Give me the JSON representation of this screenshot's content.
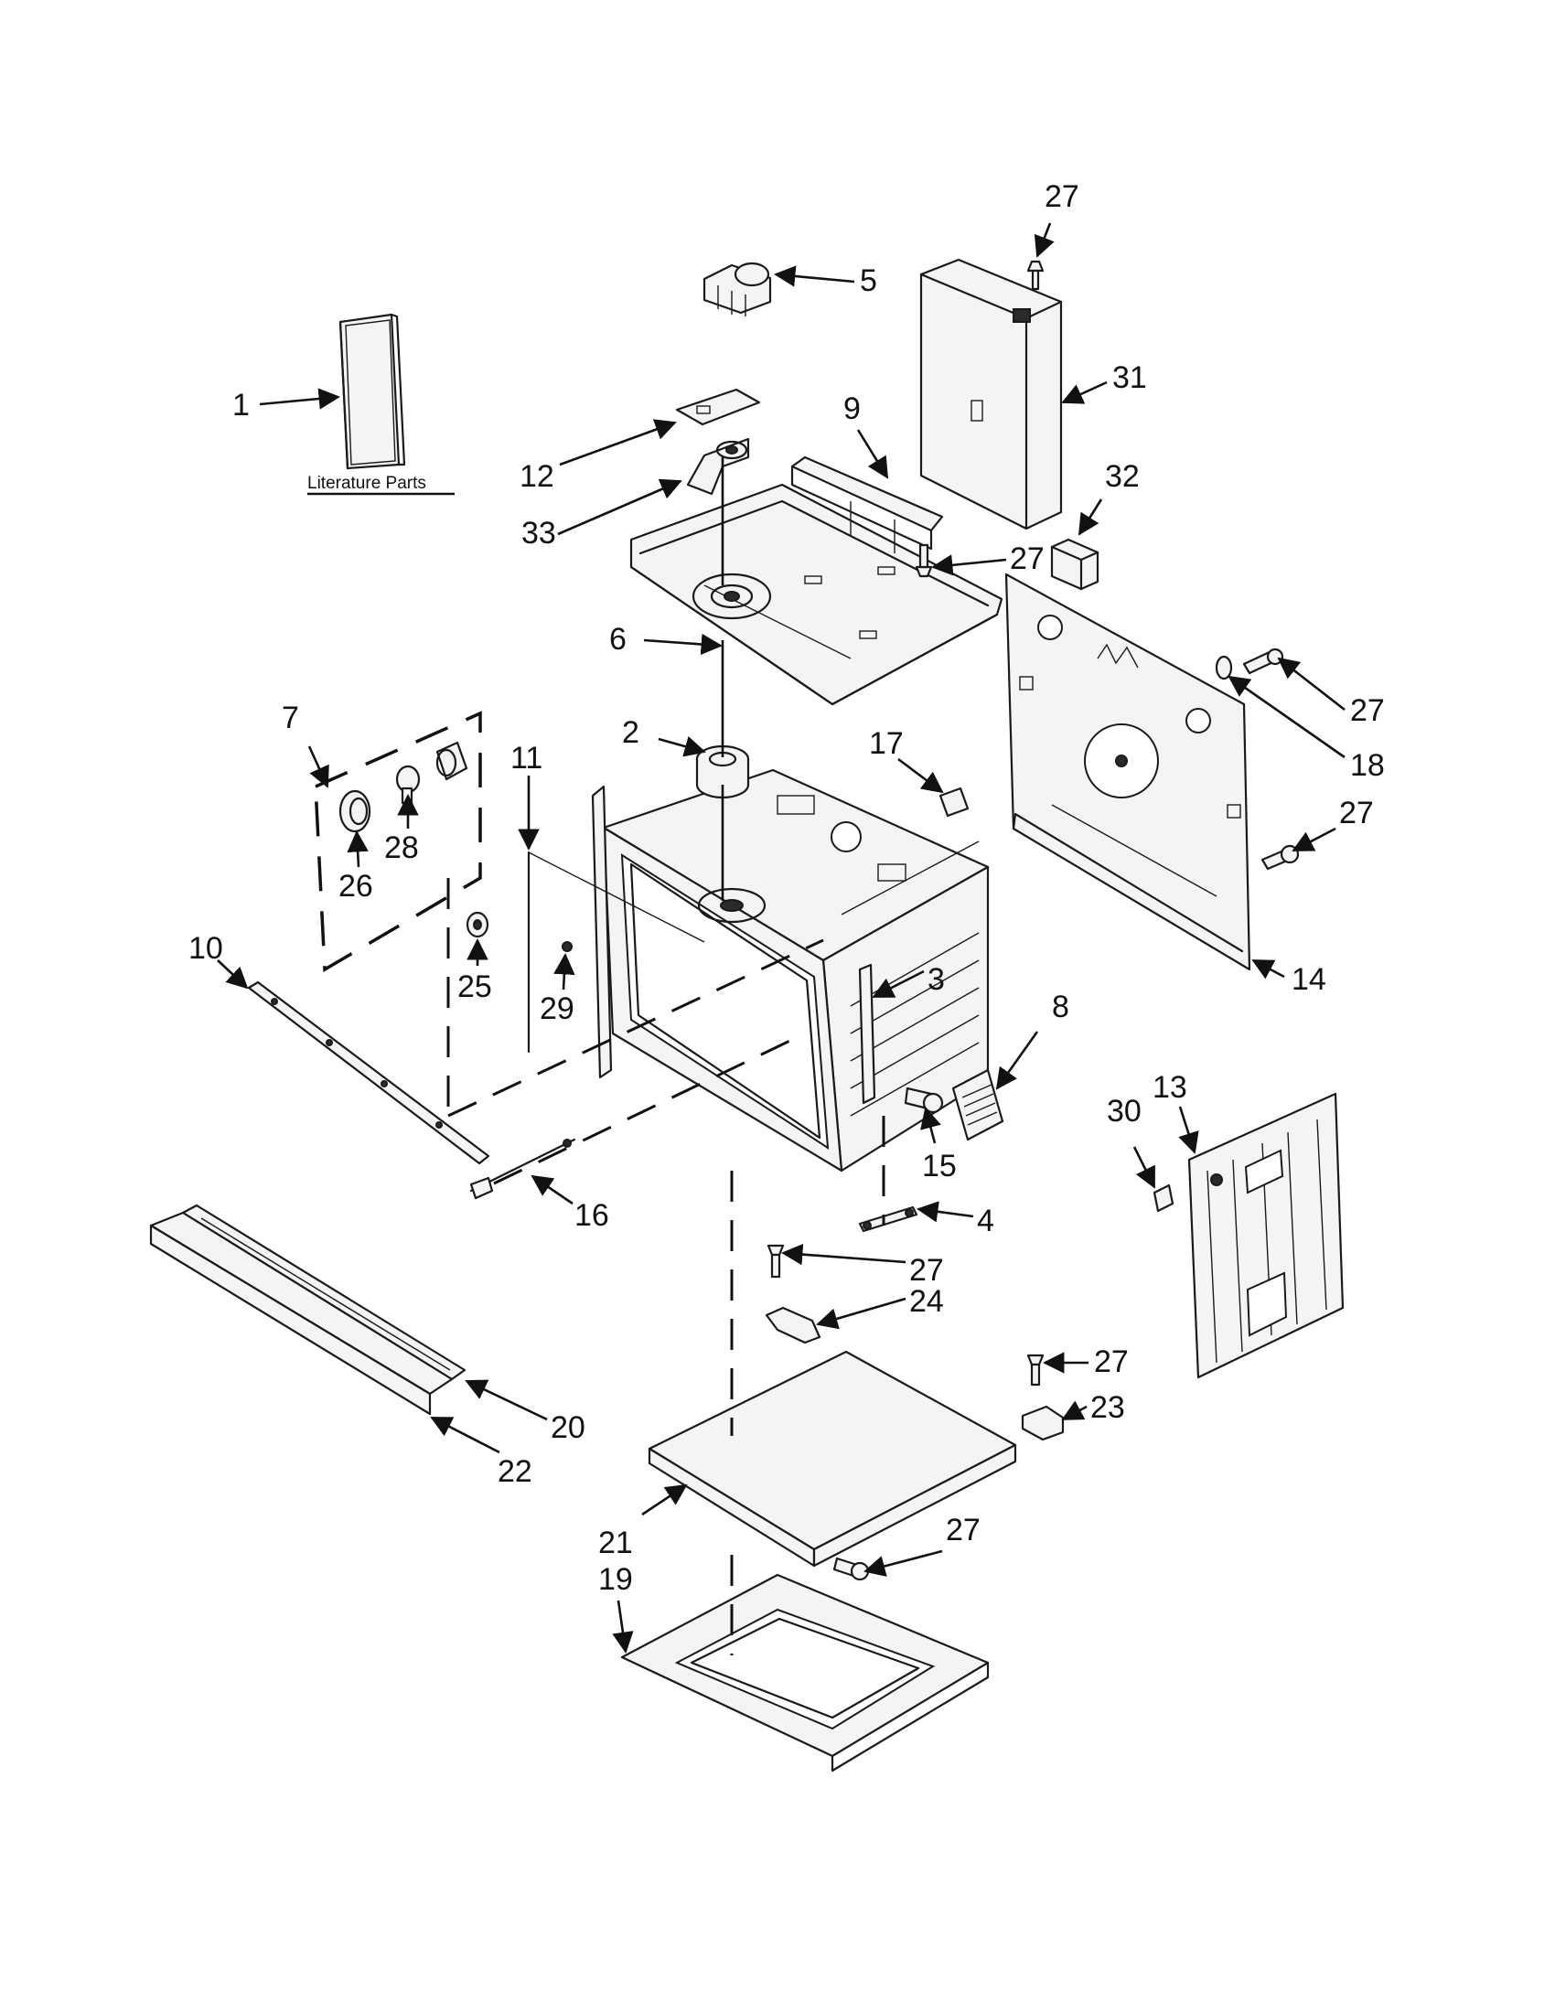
{
  "literature_caption": "Literature Parts",
  "callouts": {
    "c1": "1",
    "c2": "2",
    "c3": "3",
    "c4": "4",
    "c5": "5",
    "c6": "6",
    "c7": "7",
    "c8": "8",
    "c9": "9",
    "c10": "10",
    "c11": "11",
    "c12": "12",
    "c13": "13",
    "c14": "14",
    "c15": "15",
    "c16": "16",
    "c17": "17",
    "c18": "18",
    "c19": "19",
    "c20": "20",
    "c21": "21",
    "c22": "22",
    "c23": "23",
    "c24": "24",
    "c25": "25",
    "c26": "26",
    "c27a": "27",
    "c27b": "27",
    "c27c": "27",
    "c27d": "27",
    "c27e": "27",
    "c27f": "27",
    "c27g": "27",
    "c28": "28",
    "c29": "29",
    "c30": "30",
    "c31": "31",
    "c32": "32",
    "c33": "33"
  }
}
